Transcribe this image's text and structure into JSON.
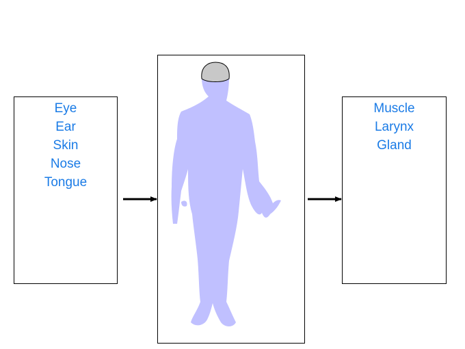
{
  "sense_organs": [
    "Eye",
    "Ear",
    "Skin",
    "Nose",
    "Tongue"
  ],
  "effectors": [
    "Muscle",
    "Larynx",
    "Gland"
  ],
  "colors": {
    "label_text": "#1a7be6",
    "body_fill": "#c0c0ff",
    "brain_fill": "#c8c8c8",
    "arrow": "#000000",
    "border": "#000000"
  },
  "icons": {
    "body": "human-body-silhouette",
    "brain": "brain-icon"
  }
}
